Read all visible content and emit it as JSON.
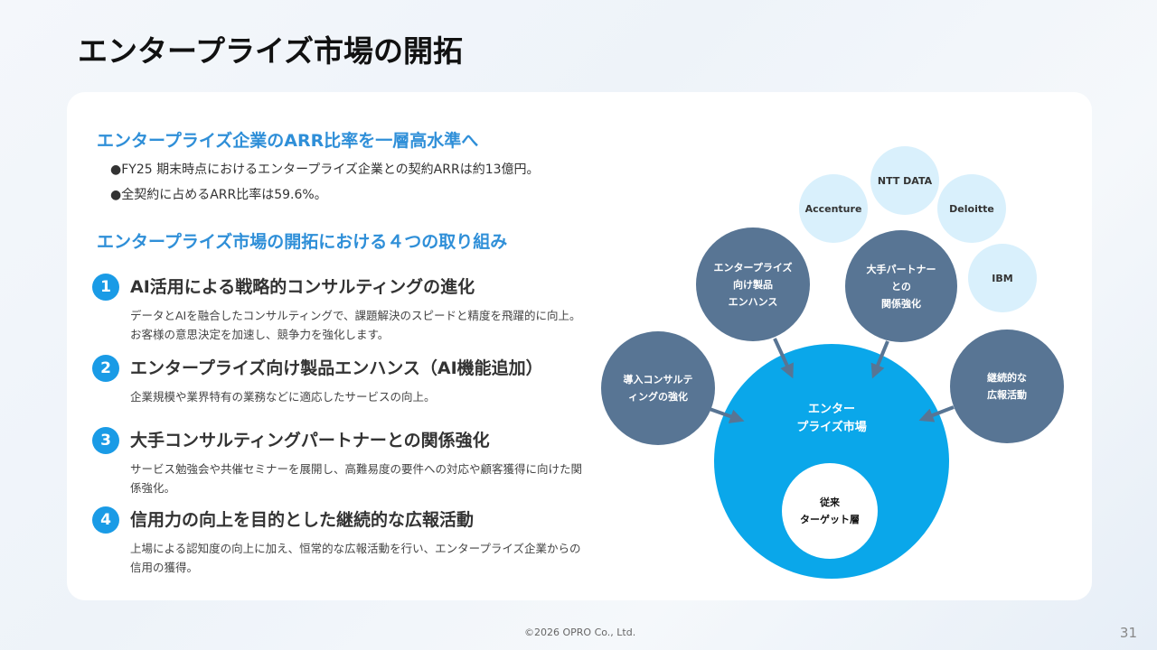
{
  "title": "エンタープライズ市場の開拓",
  "section1": {
    "heading": "エンタープライズ企業のARR比率を一層高水準へ",
    "bullets": [
      "●FY25 期末時点におけるエンタープライズ企業との契約ARRは約13億円。",
      "●全契約に占めるARR比率は59.6%。"
    ]
  },
  "section2": {
    "heading": "エンタープライズ市場の開拓における４つの取り組み",
    "items": [
      {
        "num": "1",
        "title": "AI活用による戦略的コンサルティングの進化",
        "desc": "データとAIを融合したコンサルティングで、課題解決のスピードと精度を飛躍的に向上。お客様の意思決定を加速し、競争力を強化します。"
      },
      {
        "num": "2",
        "title": "エンタープライズ向け製品エンハンス（AI機能追加）",
        "desc": "企業規模や業界特有の業務などに適応したサービスの向上。"
      },
      {
        "num": "3",
        "title": "大手コンサルティングパートナーとの関係強化",
        "desc": "サービス勉強会や共催セミナーを展開し、高難易度の要件への対応や顧客獲得に向けた関係強化。"
      },
      {
        "num": "4",
        "title": "信用力の向上を目的とした継続的な広報活動",
        "desc": "上場による認知度の向上に加え、恒常的な広報活動を行い、エンタープライズ企業からの信用の獲得。"
      }
    ]
  },
  "diagram": {
    "partners": [
      "Accenture",
      "NTT DATA",
      "Deloitte",
      "IBM"
    ],
    "initiatives": [
      "エンタープライズ\n向け製品\nエンハンス",
      "大手パートナー\nとの\n関係強化",
      "導入コンサルテ\nィングの強化",
      "継続的な\n広報活動"
    ],
    "market": "エンター\nプライズ市場",
    "core": "従来\nターゲット層"
  },
  "footer": "©2026 OPRO Co., Ltd.",
  "page": "31"
}
